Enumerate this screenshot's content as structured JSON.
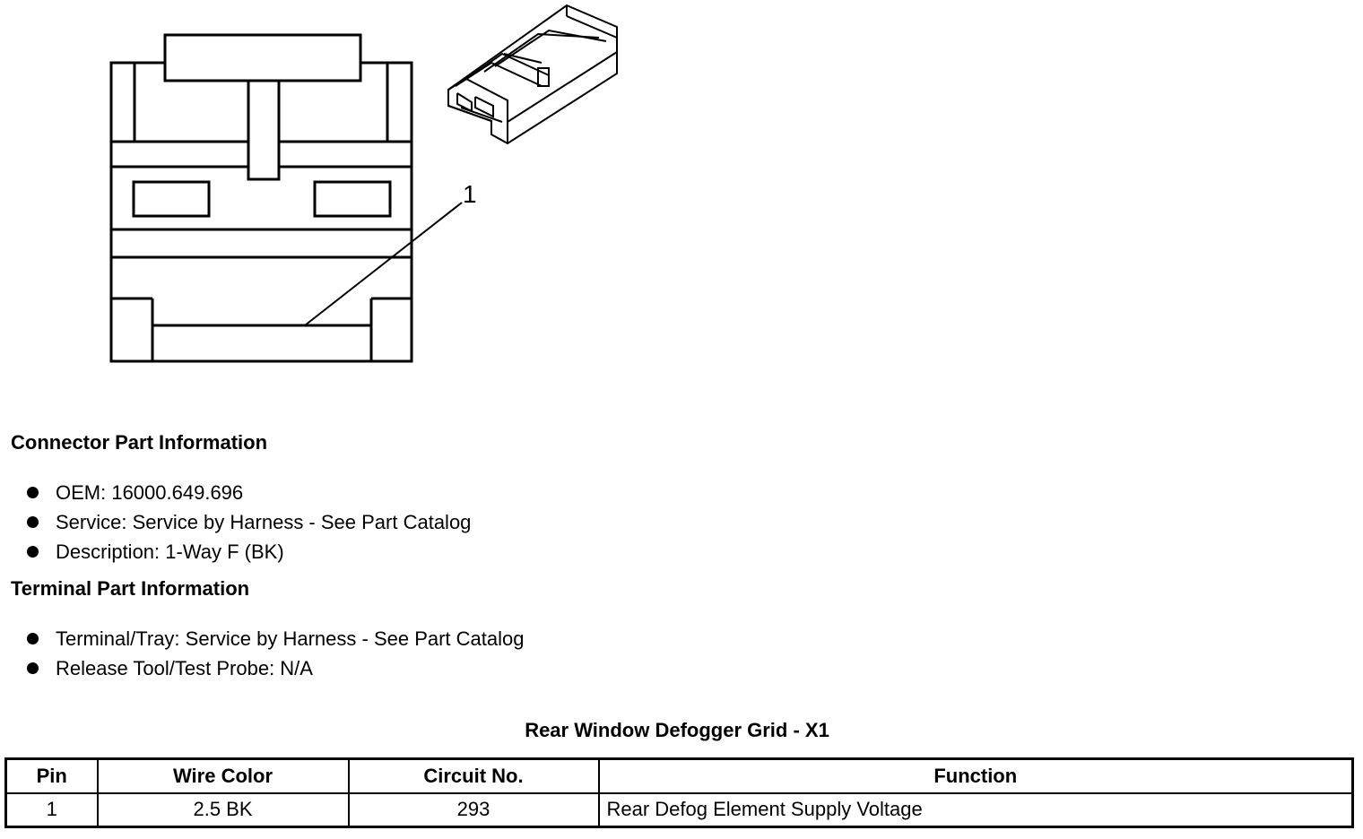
{
  "diagram": {
    "callout_label": "1"
  },
  "connector_info": {
    "heading": "Connector Part Information",
    "items": [
      "OEM: 16000.649.696",
      "Service: Service by Harness - See Part Catalog",
      "Description: 1-Way F (BK)"
    ]
  },
  "terminal_info": {
    "heading": "Terminal Part Information",
    "items": [
      "Terminal/Tray: Service by Harness - See Part Catalog",
      "Release Tool/Test Probe: N/A"
    ]
  },
  "table": {
    "title": "Rear Window Defogger Grid - X1",
    "headers": [
      "Pin",
      "Wire Color",
      "Circuit No.",
      "Function"
    ],
    "rows": [
      [
        "1",
        "2.5 BK",
        "293",
        "Rear Defog Element Supply Voltage"
      ]
    ]
  }
}
